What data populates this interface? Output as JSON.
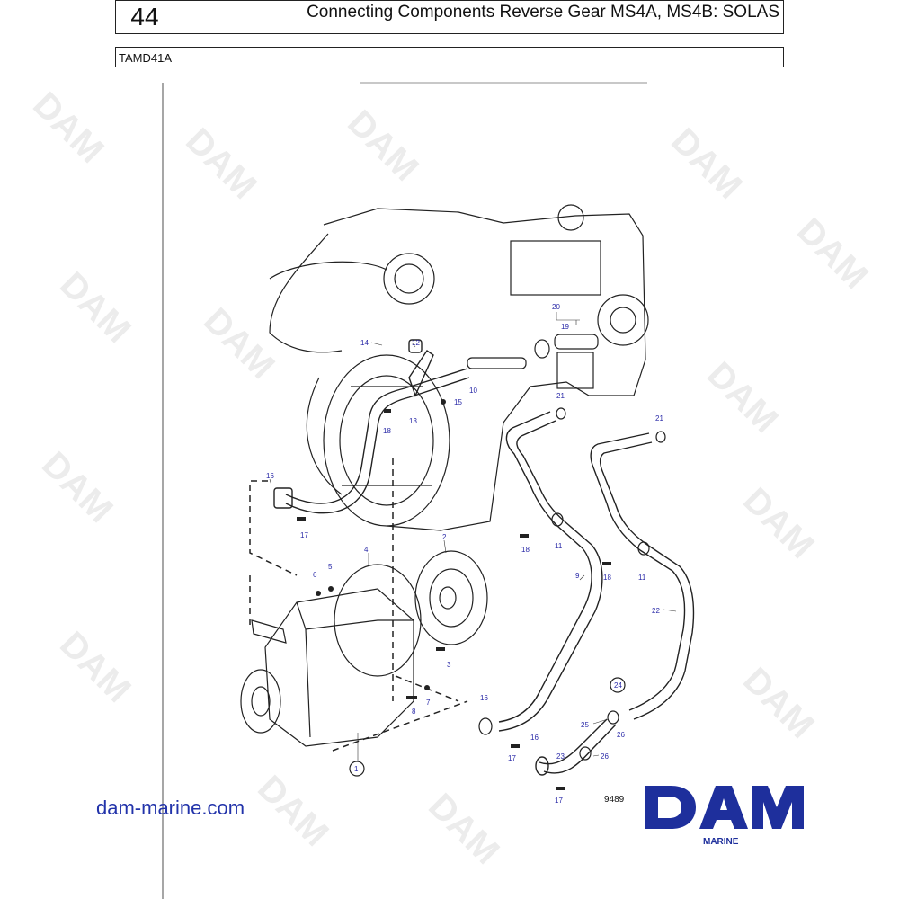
{
  "header": {
    "page_number": "44",
    "title": "Connecting Components Reverse Gear MS4A, MS4B: SOLAS",
    "model": "TAMD41A"
  },
  "diagram": {
    "figure_number": "9489",
    "callouts": [
      "1",
      "2",
      "3",
      "4",
      "5",
      "6",
      "7",
      "8",
      "9",
      "10",
      "11",
      "11",
      "12",
      "13",
      "14",
      "15",
      "16",
      "16",
      "16",
      "17",
      "17",
      "17",
      "18",
      "18",
      "18",
      "19",
      "20",
      "21",
      "21",
      "22",
      "23",
      "24",
      "25",
      "26",
      "26"
    ]
  },
  "footer": {
    "website": "dam-marine.com",
    "brand": "DAM",
    "brand_sub": "MARINE"
  },
  "watermark": "DAM",
  "colors": {
    "callout": "#2a2aa8",
    "brand": "#1e2f9c",
    "watermark": "#ececec"
  }
}
